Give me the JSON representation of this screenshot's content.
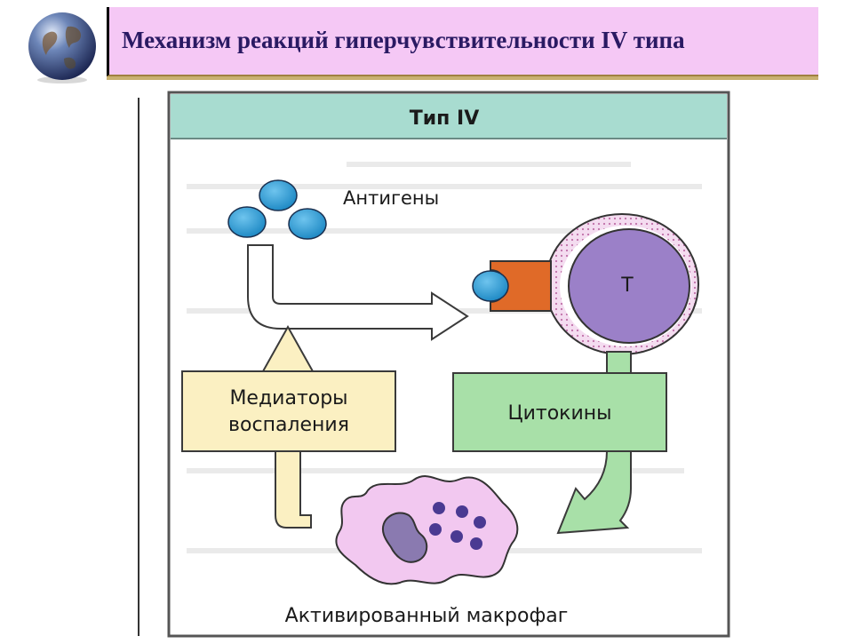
{
  "header": {
    "title": "Механизм реакций гиперчувствительности IV типа"
  },
  "diagram": {
    "panel_title": "Тип IV",
    "antigens_label": "Антигены",
    "t_cell_label": "T",
    "mediators_label_line1": "Медиаторы",
    "mediators_label_line2": "воспаления",
    "cytokines_label": "Цитокины",
    "macrophage_label": "Активированный макрофаг"
  },
  "colors": {
    "title_bg": "#f5c8f5",
    "title_text": "#2a1a63",
    "header_band": "#a8dcd0",
    "antigen": "#2a9fd6",
    "t_cell_nucleus": "#9b80c8",
    "t_cell_membrane": "#f2d8ee",
    "receptor": "#e06a28",
    "mediators_box": "#fbf0c2",
    "cytokines_box": "#a8e0a8",
    "macrophage": "#f2c8f0",
    "macrophage_nucleus": "#8a7ab0",
    "granules": "#4a3a92"
  },
  "icons": {
    "globe": "globe-icon"
  }
}
